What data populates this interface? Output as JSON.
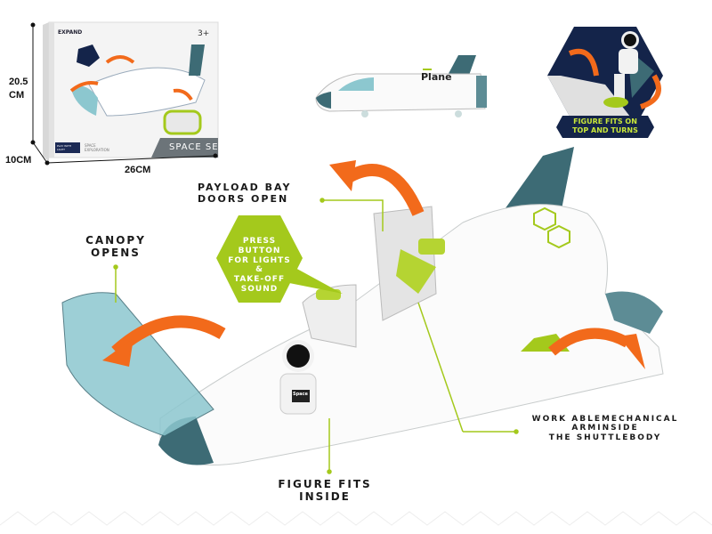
{
  "package": {
    "brand": "EXPAND",
    "age": "3+",
    "title": "SPACE SET",
    "series": "SPACE EXPLORATION",
    "badge": "PLAY WITH LIGHT",
    "height_label": "20.5\nCM",
    "depth_label": "10CM",
    "width_label": "26CM"
  },
  "small_shuttle": {
    "logo": "Plane"
  },
  "inset": {
    "caption_line1": "FIGURE FITS ON",
    "caption_line2": "TOP AND TURNS"
  },
  "callouts": {
    "payload_line1": "PAYLOAD BAY",
    "payload_line2": "DOORS OPEN",
    "canopy_line1": "CANOPY",
    "canopy_line2": "OPENS",
    "button_lines": [
      "PRESS",
      "BUTTON",
      "FOR LIGHTS",
      "&",
      "TAKE-OFF",
      "SOUND"
    ],
    "arm_line1": "WORK ABLEMECHANICAL",
    "arm_line2": "ARMINSIDE",
    "arm_line3": "THE SHUTTLEBODY",
    "figure_line1": "FIGURE FITS",
    "figure_line2": "INSIDE"
  },
  "astronaut_badge": "Space",
  "colors": {
    "accent_green": "#a4c91c",
    "arrow_orange": "#f26a1b",
    "teal": "#3d6b75",
    "navy": "#14244a"
  }
}
